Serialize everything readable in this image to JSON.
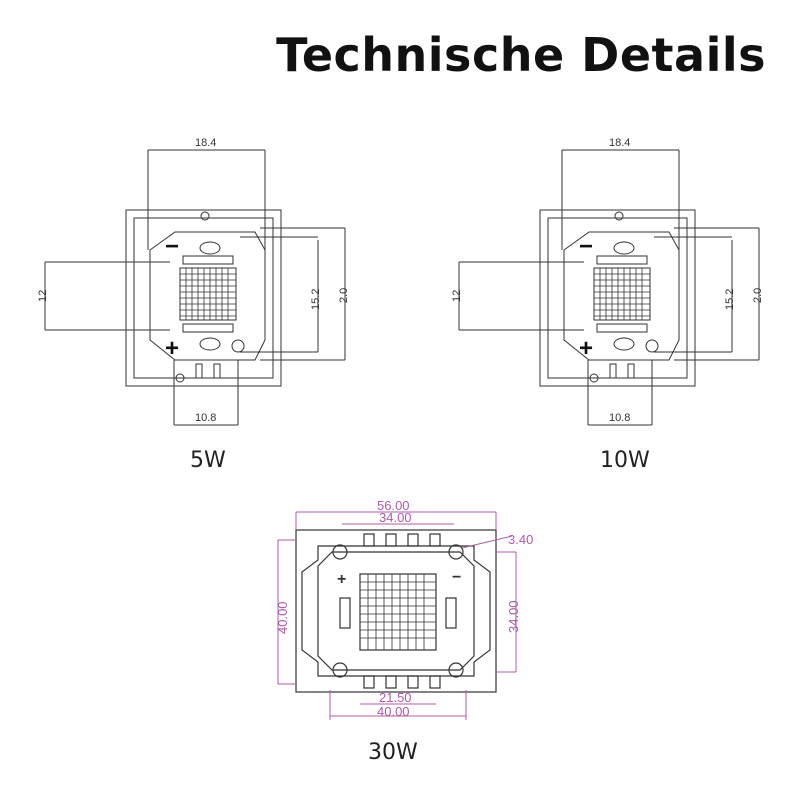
{
  "header": {
    "title": "Technische Details"
  },
  "diagrams": [
    {
      "caption": "5W",
      "dims": {
        "top": "18.4",
        "left": "12",
        "right_inner": "15.2",
        "right_outer": "2.0",
        "bottom": "10.8"
      }
    },
    {
      "caption": "10W",
      "dims": {
        "top": "18.4",
        "left": "12",
        "right_inner": "15.2",
        "right_outer": "2.0",
        "bottom": "10.8"
      }
    },
    {
      "caption": "30W",
      "dims": {
        "top_outer": "56.00",
        "top_inner": "34.00",
        "hole": "3.40",
        "left": "40.00",
        "right": "34.00",
        "bottom_inner": "21.50",
        "bottom_outer": "40.00"
      }
    }
  ],
  "colors": {
    "line": "#333333",
    "dim_30w": "#b05aa8",
    "title": "#111111"
  }
}
